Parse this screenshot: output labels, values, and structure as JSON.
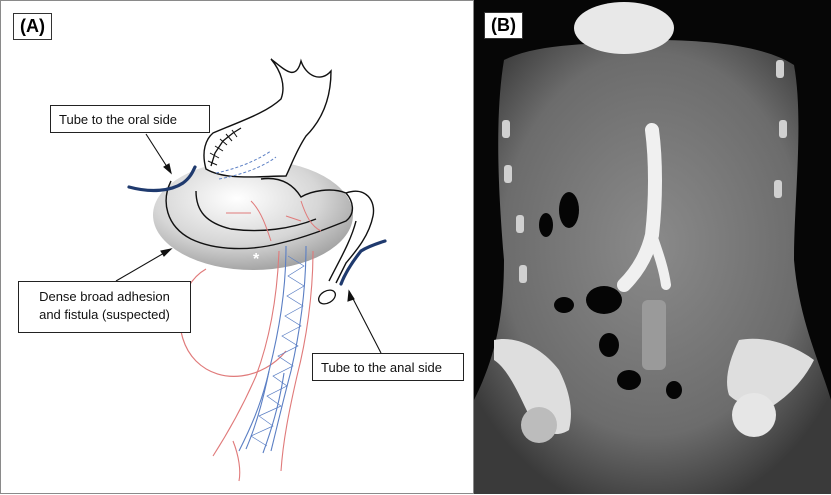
{
  "panels": [
    {
      "label": "(A)"
    },
    {
      "label": "(B)"
    }
  ],
  "callouts": {
    "oral": "Tube to the oral side",
    "adhesion_line1": "Dense broad adhesion",
    "adhesion_line2": "and fistula (suspected)",
    "anal": "Tube to the anal side"
  },
  "asterisk": "*",
  "colors": {
    "tube": "#1f3a6e",
    "vessel_outline": "#e07a7a",
    "stent_graft": "#5b7fc4",
    "adhesion_shadow": "#9a9a9a"
  }
}
